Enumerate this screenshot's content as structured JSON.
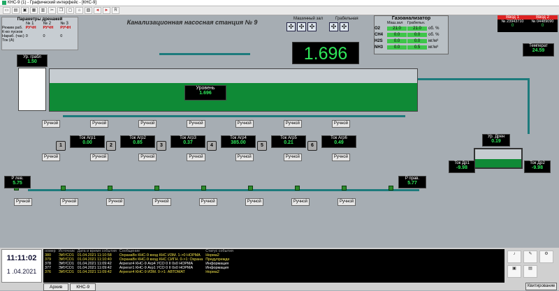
{
  "window_title": "КНС-9 (1) - Графический интерфейс - [КНС-9]",
  "toolbar": {
    "icons": [
      "new-icon",
      "open-icon",
      "save-icon",
      "folder-icon",
      "print-icon",
      "cut-icon",
      "copy-icon",
      "paste-icon",
      "home-icon",
      "map-icon",
      "back-icon",
      "forward-icon"
    ],
    "r_label": "R"
  },
  "station_title": "Канализационная насосная станция № 9",
  "params": {
    "header": "Параметры дренажей",
    "cols": [
      "№ 1",
      "№ 2",
      "№ 3"
    ],
    "rows": [
      {
        "label": "Режим раб.",
        "vals": [
          "РУЧН",
          "РУЧН",
          "РУЧН"
        ]
      },
      {
        "label": "К-во пусков",
        "vals": [
          "",
          "",
          ""
        ]
      },
      {
        "label": "Нараб. (час)",
        "vals": [
          "0",
          "0",
          "0"
        ]
      },
      {
        "label": "Ток (А)",
        "vals": [
          "",
          "",
          ""
        ]
      }
    ]
  },
  "fan_labels": {
    "machine_hall": "Машинный зал",
    "grate_hall": "Грабельная"
  },
  "gas": {
    "title": "Газоанализатор",
    "col1": "Маш.зал",
    "col2": "Грабельн.",
    "rows": [
      {
        "name": "O2",
        "v1": "21.0",
        "v2": "21.0",
        "unit": "об. %"
      },
      {
        "name": "CH4",
        "v1": "0.0",
        "v2": "0.0",
        "unit": "об. %"
      },
      {
        "name": "H2S",
        "v1": "0.0",
        "v2": "0.0",
        "unit": "мг/м³"
      },
      {
        "name": "NH3",
        "v1": "0.0",
        "v2": "0.5",
        "unit": "мг/м³"
      }
    ]
  },
  "inputs": {
    "in1": "Ввод 1",
    "in2": "Ввод 2",
    "n1": "№ 23943710",
    "n2": "№ 04489090",
    "v1": "0",
    "v2": "0"
  },
  "temp": {
    "label": "Температ",
    "value": "24.59"
  },
  "big_level": "1.696",
  "grate_level": {
    "label": "Ур. грабл",
    "value": "1.50"
  },
  "level": {
    "label": "Уровень",
    "value": "1.696"
  },
  "manual": "Ручной",
  "pump_current": {
    "label": "Ток Агр",
    "values": [
      "0.00",
      "0.85",
      "0.37",
      "385.00",
      "0.21",
      "0.49"
    ]
  },
  "drain": {
    "level_label": "Ур. Дрен",
    "level": "0.19",
    "cur1": "Ток Др1",
    "v1": "-9.98",
    "cur2": "Ток Др2",
    "v2": "-9.98"
  },
  "pressure": {
    "left_label": "P лев.",
    "left": "5.75",
    "right_label": "P прав.",
    "right": "5.77"
  },
  "event_panel": {
    "time": "11:11:02",
    "date": "1 .04.2021",
    "tabs": [
      "Архив",
      "КНС-9"
    ],
    "status": "Квитирование",
    "headers": [
      "номер",
      "Источник",
      "Дата и время события",
      "Сообщение",
      "Статус события"
    ],
    "rows": [
      {
        "n": "380",
        "src": "ЭИУСО1",
        "dt": "01.04.2021 11:10:58",
        "msg": "ОхранаВх КНС-9    вход КНС ИЗМ.    1->0    НОРМА",
        "st": "Норма2"
      },
      {
        "n": "379",
        "src": "ЭИУСО1",
        "dt": "01.04.2021 11:10:40",
        "msg": "ОхранаВх КНС-9    вход КНС СИГН.    0->1:   Охрана",
        "st": "Предупрежде"
      },
      {
        "n": "378",
        "src": "ЭИУСО1",
        "dt": "01.04.2021 11:09:42",
        "msg": "Агрегат4 КНС-9    Агр4    УСО 0 II 0x0 НОРМА",
        "st": "Информация"
      },
      {
        "n": "377",
        "src": "ЭИУСО1",
        "dt": "01.04.2021 11:09:42",
        "msg": "Агрегат1 КНС-9    Агр1    УСО 0 II 0x0 НОРМА",
        "st": "Информация"
      },
      {
        "n": "376",
        "src": "ЭИУСО1",
        "dt": "01.04.2021 11:09:42",
        "msg": "Агрегат4 КНС-9    ИЗМ.    0->1:   АВТОМАТ",
        "st": "Норма2"
      }
    ]
  }
}
